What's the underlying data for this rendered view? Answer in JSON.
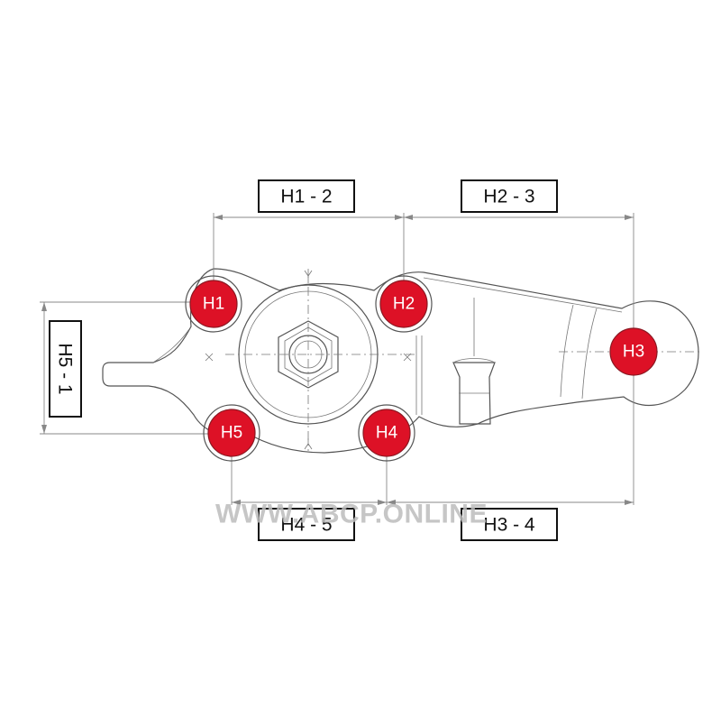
{
  "dimensions": {
    "h1_2": "H1 - 2",
    "h2_3": "H2 - 3",
    "h5_1": "H5 - 1",
    "h4_5": "H4 - 5",
    "h3_4": "H3 - 4"
  },
  "holes": {
    "h1": "H1",
    "h2": "H2",
    "h3": "H3",
    "h4": "H4",
    "h5": "H5"
  },
  "watermark": "WWW.ABCP.ONLINE",
  "colors": {
    "hole_fill": "#dd1126",
    "outline": "#555555",
    "box_border": "#111111"
  }
}
